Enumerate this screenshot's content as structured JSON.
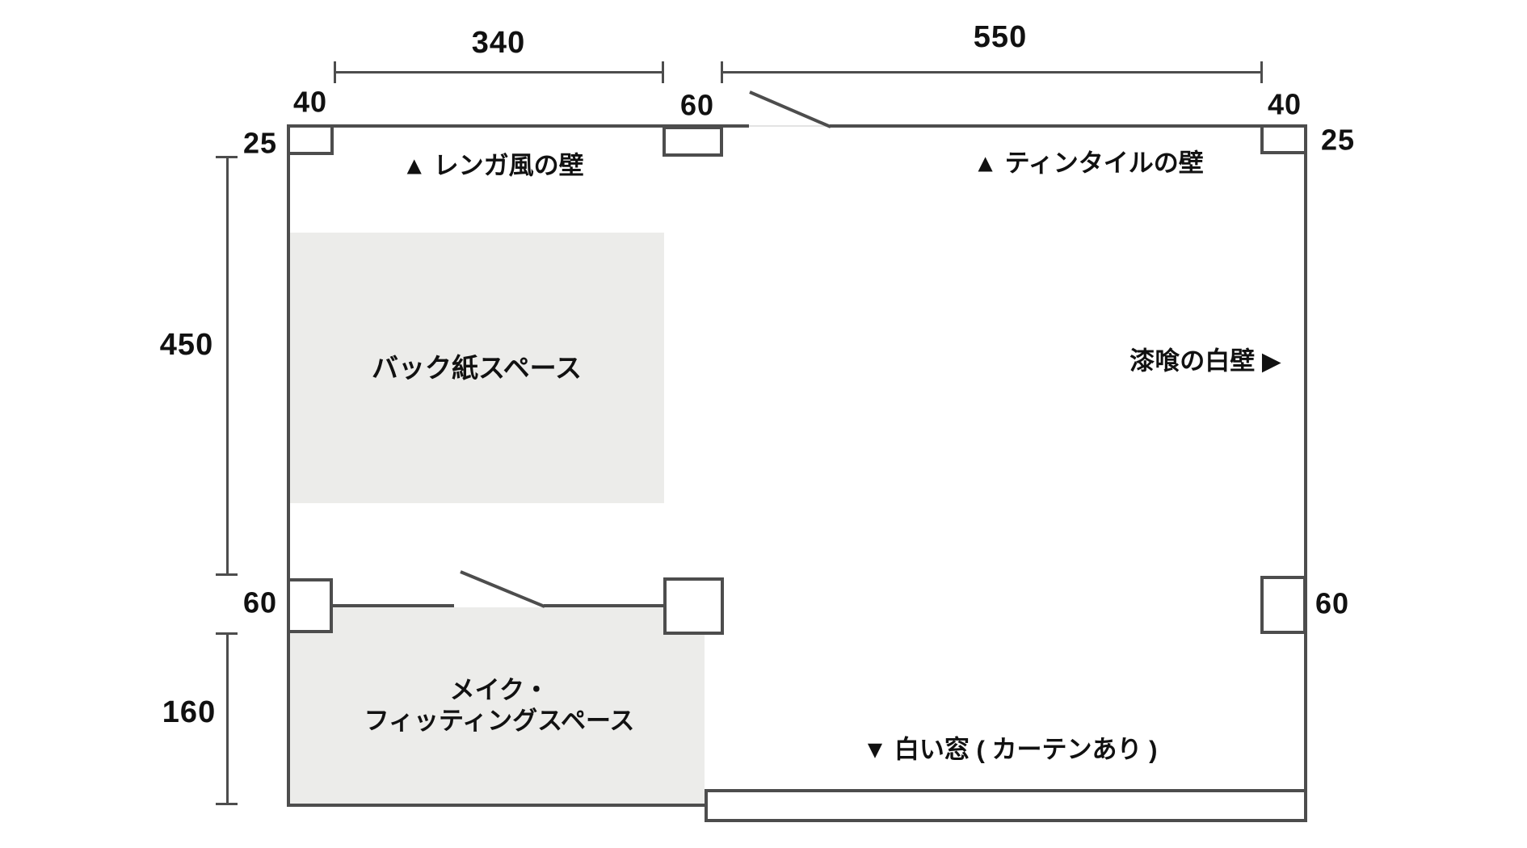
{
  "diagram": {
    "title_hint": "photo-studio floor plan",
    "colors": {
      "wall": "#4d4d4d",
      "area_fill": "#ececea",
      "text": "#111111",
      "background": "#ffffff",
      "door_opening": "#e3e3e3"
    },
    "dimensions": {
      "top_left_span": "340",
      "top_right_span": "550",
      "corner_left_width": "40",
      "top_door_width": "60",
      "corner_right_width": "40",
      "left_top_offset": "25",
      "right_top_offset": "25",
      "left_upper_height": "450",
      "left_window_height": "60",
      "left_lower_height": "160",
      "right_window_height": "60"
    },
    "labels": {
      "wall_top_left": "▲ レンガ風の壁",
      "wall_top_right": "▲ ティンタイルの壁",
      "wall_right": "漆喰の白壁 ▶",
      "window_bottom": "▼ 白い窓 ( カーテンあり )",
      "area_backdrop": "バック紙スペース",
      "area_makeup_line1": "メイク・",
      "area_makeup_line2": "フィッティングスペース"
    }
  }
}
